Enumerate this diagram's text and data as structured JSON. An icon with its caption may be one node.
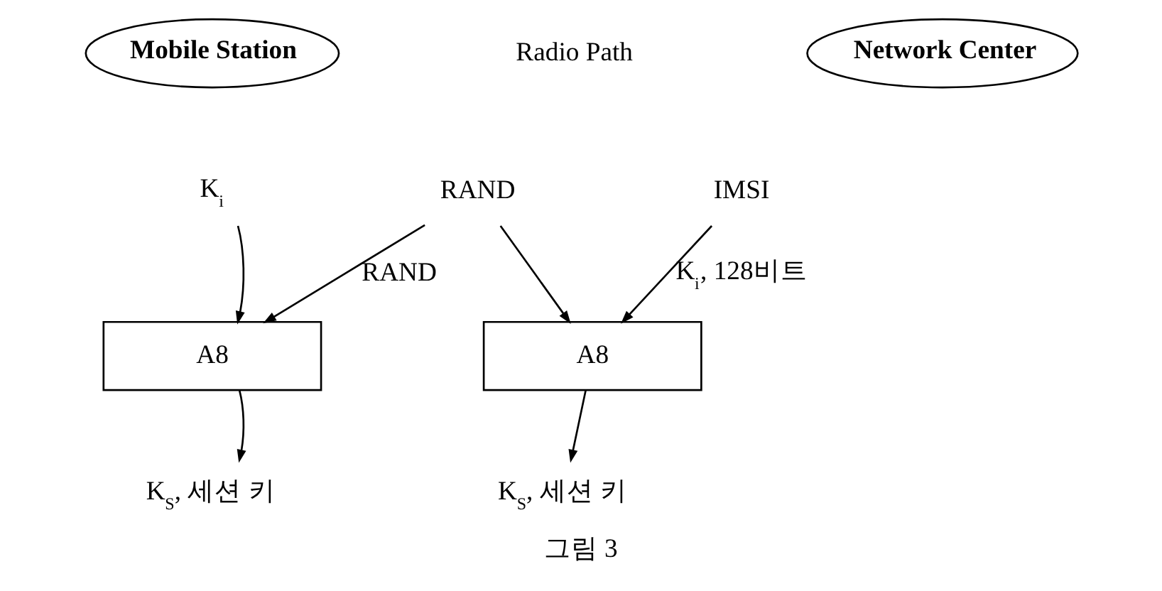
{
  "diagram": {
    "caption": "그림 3",
    "nodes": [
      {
        "text": [
          "Mobile Station"
        ]
      },
      {
        "text": [
          "Network Center"
        ]
      },
      {
        "text": [
          "RAND"
        ]
      },
      {
        "text": [
          "IMSI"
        ]
      },
      {
        "text": [
          "K$_{i}$"
        ]
      },
      {
        "text": [
          "A8"
        ]
      },
      {
        "text": [
          "A8"
        ]
      },
      {
        "text": [
          "K$_{S}$, 세션 키"
        ]
      },
      {
        "text": [
          "K$_{S}$, 세션 키"
        ]
      }
    ],
    "edges": [
      {
        "from": 4,
        "to": 5,
        "arrow": "to"
      },
      {
        "from": 2,
        "to": 5,
        "arrow": "to",
        "label": "RAND"
      },
      {
        "from": 2,
        "to": 6,
        "arrow": "to"
      },
      {
        "from": 3,
        "to": 6,
        "arrow": "to",
        "label": "K$_{i}$, 128비트"
      },
      {
        "from": 5,
        "to": 7,
        "arrow": "to"
      },
      {
        "from": 6,
        "to": 8,
        "arrow": "to"
      }
    ],
    "labels": [
      "Radio Path"
    ]
  }
}
